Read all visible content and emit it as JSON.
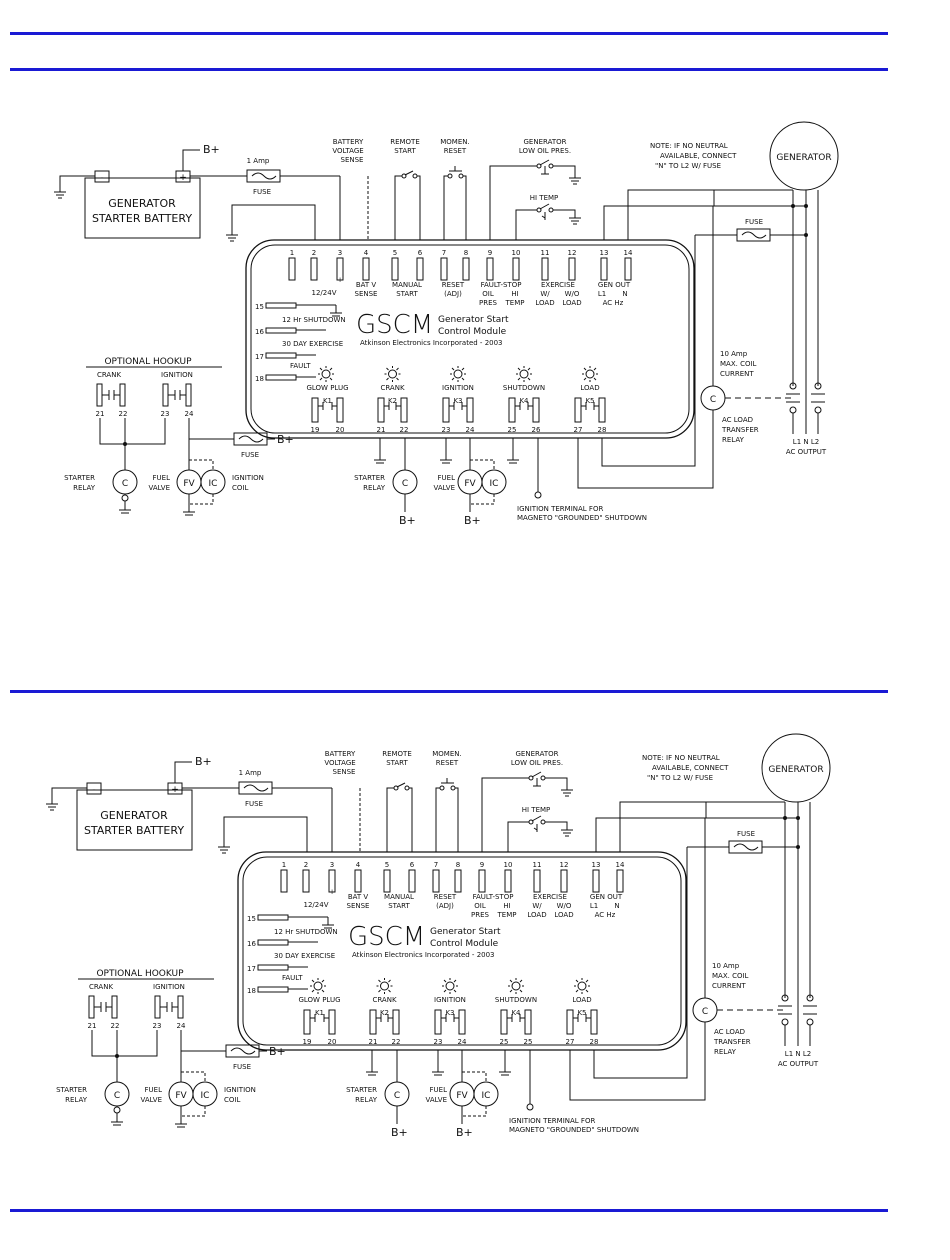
{
  "rules_color": "#1a1ad4",
  "diagrams": [
    {
      "battery": {
        "title_line1": "GENERATOR",
        "title_line2": "STARTER BATTERY",
        "minus": "-",
        "plus": "+"
      },
      "bplus": "B+",
      "fuse_top": {
        "rating": "1 Amp",
        "label": "FUSE"
      },
      "top_labels": {
        "battery_voltage_l1": "BATTERY",
        "battery_voltage_l2": "VOLTAGE",
        "battery_voltage_l3": "SENSE",
        "remote_l1": "REMOTE",
        "remote_l2": "START",
        "momen_l1": "MOMEN.",
        "momen_l2": "RESET",
        "gen_oil_l1": "GENERATOR",
        "gen_oil_l2": "LOW OIL PRES.",
        "hi_temp": "HI TEMP"
      },
      "note": {
        "l1": "NOTE: IF NO NEUTRAL",
        "l2": "AVAILABLE, CONNECT",
        "l3": "\"N\" TO L2 W/ FUSE"
      },
      "generator": "GENERATOR",
      "fuse_right": "FUSE",
      "terminals_top": [
        "1",
        "2",
        "3",
        "4",
        "5",
        "6",
        "7",
        "8",
        "9",
        "10",
        "11",
        "12",
        "13",
        "14"
      ],
      "terminal_labels": {
        "t12": "12/24V",
        "pm1": "-",
        "pm2": "-",
        "pm3": "+",
        "batv_l1": "BAT V",
        "batv_l2": "SENSE",
        "manual_l1": "MANUAL",
        "manual_l2": "START",
        "reset_l1": "RESET",
        "reset_l2": "(ADJ)",
        "faultstop": "FAULT-STOP",
        "oil_l1": "OIL",
        "oil_l2": "PRES",
        "hi_l1": "HI",
        "hi_l2": "TEMP",
        "exercise": "EXERCISE",
        "w_l1": "W/",
        "w_l2": "LOAD",
        "wo_l1": "W/O",
        "wo_l2": "LOAD",
        "genout": "GEN OUT",
        "l1": "L1",
        "n": "N",
        "achz": "AC Hz"
      },
      "side_terminals": {
        "t15": "15",
        "t16": "16",
        "t17": "17",
        "t18": "18",
        "shutdown12": "12 Hr SHUTDOWN",
        "exercise30": "30 DAY EXERCISE",
        "fault": "FAULT"
      },
      "logo": {
        "gscm": "GSCM",
        "line1": "Generator Start",
        "line2": "Control Module",
        "company": "Atkinson Electronics Incorporated - 2003"
      },
      "relays": [
        {
          "label": "GLOW PLUG",
          "k": "K1",
          "a": "19",
          "b": "20"
        },
        {
          "label": "CRANK",
          "k": "K2",
          "a": "21",
          "b": "22"
        },
        {
          "label": "IGNITION",
          "k": "K3",
          "a": "23",
          "b": "24"
        },
        {
          "label": "SHUTDOWN",
          "k": "K4",
          "a": "25",
          "b": "26"
        },
        {
          "label": "LOAD",
          "k": "K5",
          "a": "27",
          "b": "28"
        }
      ],
      "optional": {
        "title": "OPTIONAL HOOKUP",
        "crank": "CRANK",
        "ignition": "IGNITION",
        "t21": "21",
        "t22": "22",
        "t23": "23",
        "t24": "24"
      },
      "left_bottom": {
        "fuse": "FUSE",
        "bplus": "B+",
        "starter_l1": "STARTER",
        "starter_l2": "RELAY",
        "fuel_l1": "FUEL",
        "fuel_l2": "VALVE",
        "ign_l1": "IGNITION",
        "ign_l2": "COIL",
        "c": "C",
        "fv": "FV",
        "ic": "IC"
      },
      "center_bottom": {
        "starter_l1": "STARTER",
        "starter_l2": "RELAY",
        "fuel_l1": "FUEL",
        "fuel_l2": "VALVE",
        "bplus1": "B+",
        "bplus2": "B+",
        "c": "C",
        "fv": "FV",
        "ic": "IC",
        "ign_term_l1": "IGNITION TERMINAL FOR",
        "ign_term_l2": "MAGNETO \"GROUNDED\" SHUTDOWN"
      },
      "load_relay": {
        "rating_l1": "10 Amp",
        "rating_l2": "MAX. COIL",
        "rating_l3": "CURRENT",
        "c": "C",
        "ac_l1": "AC LOAD",
        "ac_l2": "TRANSFER",
        "ac_l3": "RELAY",
        "outputs": "L1  N  L2",
        "ac_output": "AC OUTPUT"
      }
    },
    {
      "battery": {
        "title_line1": "GENERATOR",
        "title_line2": "STARTER BATTERY",
        "minus": "-",
        "plus": "+"
      },
      "bplus": "B+",
      "fuse_top": {
        "rating": "1 Amp",
        "label": "FUSE"
      },
      "top_labels": {
        "battery_voltage_l1": "BATTERY",
        "battery_voltage_l2": "VOLTAGE",
        "battery_voltage_l3": "SENSE",
        "remote_l1": "REMOTE",
        "remote_l2": "START",
        "momen_l1": "MOMEN.",
        "momen_l2": "RESET",
        "gen_oil_l1": "GENERATOR",
        "gen_oil_l2": "LOW OIL PRES.",
        "hi_temp": "HI TEMP"
      },
      "note": {
        "l1": "NOTE: IF NO NEUTRAL",
        "l2": "AVAILABLE, CONNECT",
        "l3": "\"N\" TO L2 W/ FUSE"
      },
      "generator": "GENERATOR",
      "fuse_right": "FUSE",
      "terminals_top": [
        "1",
        "2",
        "3",
        "4",
        "5",
        "6",
        "7",
        "8",
        "9",
        "10",
        "11",
        "12",
        "13",
        "14"
      ],
      "terminal_labels": {
        "t12": "12/24V",
        "pm1": "-",
        "pm2": "-",
        "pm3": "+",
        "batv_l1": "BAT V",
        "batv_l2": "SENSE",
        "manual_l1": "MANUAL",
        "manual_l2": "START",
        "reset_l1": "RESET",
        "reset_l2": "(ADJ)",
        "faultstop": "FAULT-STOP",
        "oil_l1": "OIL",
        "oil_l2": "PRES",
        "hi_l1": "HI",
        "hi_l2": "TEMP",
        "exercise": "EXERCISE",
        "w_l1": "W/",
        "w_l2": "LOAD",
        "wo_l1": "W/O",
        "wo_l2": "LOAD",
        "genout": "GEN OUT",
        "l1": "L1",
        "n": "N",
        "achz": "AC Hz"
      },
      "side_terminals": {
        "t15": "15",
        "t16": "16",
        "t17": "17",
        "t18": "18",
        "shutdown12": "12 Hr SHUTDOWN",
        "exercise30": "30 DAY EXERCISE",
        "fault": "FAULT"
      },
      "logo": {
        "gscm": "GSCM",
        "line1": "Generator Start",
        "line2": "Control Module",
        "company": "Atkinson Electronics Incorporated - 2003"
      },
      "relays": [
        {
          "label": "GLOW PLUG",
          "k": "K1",
          "a": "19",
          "b": "20"
        },
        {
          "label": "CRANK",
          "k": "K2",
          "a": "21",
          "b": "22"
        },
        {
          "label": "IGNITION",
          "k": "K3",
          "a": "23",
          "b": "24"
        },
        {
          "label": "SHUTDOWN",
          "k": "K4",
          "a": "25",
          "b": "25"
        },
        {
          "label": "LOAD",
          "k": "K5",
          "a": "27",
          "b": "28"
        }
      ],
      "optional": {
        "title": "OPTIONAL HOOKUP",
        "crank": "CRANK",
        "ignition": "IGNITION",
        "t21": "21",
        "t22": "22",
        "t23": "23",
        "t24": "24"
      },
      "left_bottom": {
        "fuse": "FUSE",
        "bplus": "B+",
        "starter_l1": "STARTER",
        "starter_l2": "RELAY",
        "fuel_l1": "FUEL",
        "fuel_l2": "VALVE",
        "ign_l1": "IGNITION",
        "ign_l2": "COIL",
        "c": "C",
        "fv": "FV",
        "ic": "IC"
      },
      "center_bottom": {
        "starter_l1": "STARTER",
        "starter_l2": "RELAY",
        "fuel_l1": "FUEL",
        "fuel_l2": "VALVE",
        "bplus1": "B+",
        "bplus2": "B+",
        "c": "C",
        "fv": "FV",
        "ic": "IC",
        "ign_term_l1": "IGNITION TERMINAL FOR",
        "ign_term_l2": "MAGNETO \"GROUNDED\" SHUTDOWN"
      },
      "load_relay": {
        "rating_l1": "10 Amp",
        "rating_l2": "MAX. COIL",
        "rating_l3": "CURRENT",
        "c": "C",
        "ac_l1": "AC LOAD",
        "ac_l2": "TRANSFER",
        "ac_l3": "RELAY",
        "outputs": "L1  N  L2",
        "ac_output": "AC OUTPUT"
      }
    }
  ]
}
